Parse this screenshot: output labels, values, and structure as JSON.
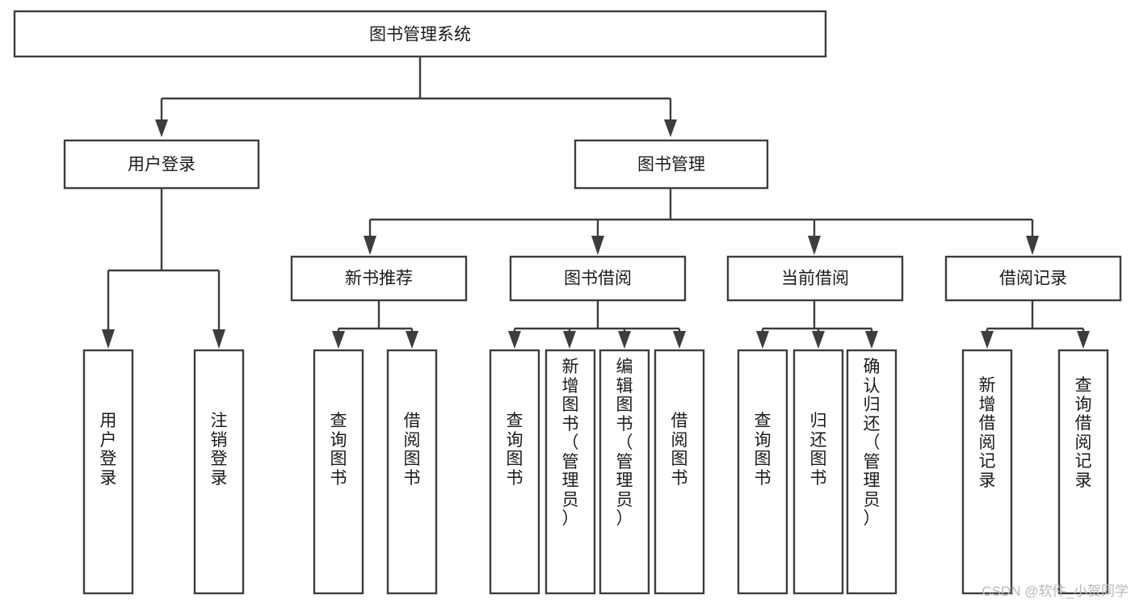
{
  "diagram": {
    "title": "图书管理系统",
    "type": "tree-hierarchy-chart",
    "orientation": "top-down",
    "colors": {
      "box_stroke": "#3d3d3d",
      "box_fill": "#ffffff",
      "connector": "#3d3d3d",
      "text": "#1a1a1a",
      "background": "#ffffff",
      "watermark": "#b9b9b9"
    },
    "root": {
      "id": "root",
      "label": "图书管理系统"
    },
    "level2": [
      {
        "id": "user-login",
        "label": "用户登录"
      },
      {
        "id": "book-manage",
        "label": "图书管理"
      }
    ],
    "level3": [
      {
        "id": "new-book-recommend",
        "label": "新书推荐",
        "parent": "book-manage"
      },
      {
        "id": "book-borrow",
        "label": "图书借阅",
        "parent": "book-manage"
      },
      {
        "id": "current-borrow",
        "label": "当前借阅",
        "parent": "book-manage"
      },
      {
        "id": "borrow-record",
        "label": "借阅记录",
        "parent": "book-manage"
      }
    ],
    "leaves": {
      "user-login": [
        {
          "id": "leaf-user-login",
          "label": "用户登录"
        },
        {
          "id": "leaf-user-logout",
          "label": "注销登录"
        }
      ],
      "new-book-recommend": [
        {
          "id": "leaf-query-book-1",
          "label": "查询图书"
        },
        {
          "id": "leaf-borrow-book-1",
          "label": "借阅图书"
        }
      ],
      "book-borrow": [
        {
          "id": "leaf-query-book-2",
          "label": "查询图书"
        },
        {
          "id": "leaf-add-book",
          "label": "新增图书（管理员）"
        },
        {
          "id": "leaf-edit-book",
          "label": "编辑图书（管理员）"
        },
        {
          "id": "leaf-borrow-book-2",
          "label": "借阅图书"
        }
      ],
      "current-borrow": [
        {
          "id": "leaf-query-book-3",
          "label": "查询图书"
        },
        {
          "id": "leaf-return-book",
          "label": "归还图书"
        },
        {
          "id": "leaf-confirm-return",
          "label": "确认归还（管理员）"
        }
      ],
      "borrow-record": [
        {
          "id": "leaf-add-record",
          "label": "新增借阅记录"
        },
        {
          "id": "leaf-query-record",
          "label": "查询借阅记录"
        }
      ]
    },
    "watermark": "CSDN @软件_小贺同学"
  }
}
